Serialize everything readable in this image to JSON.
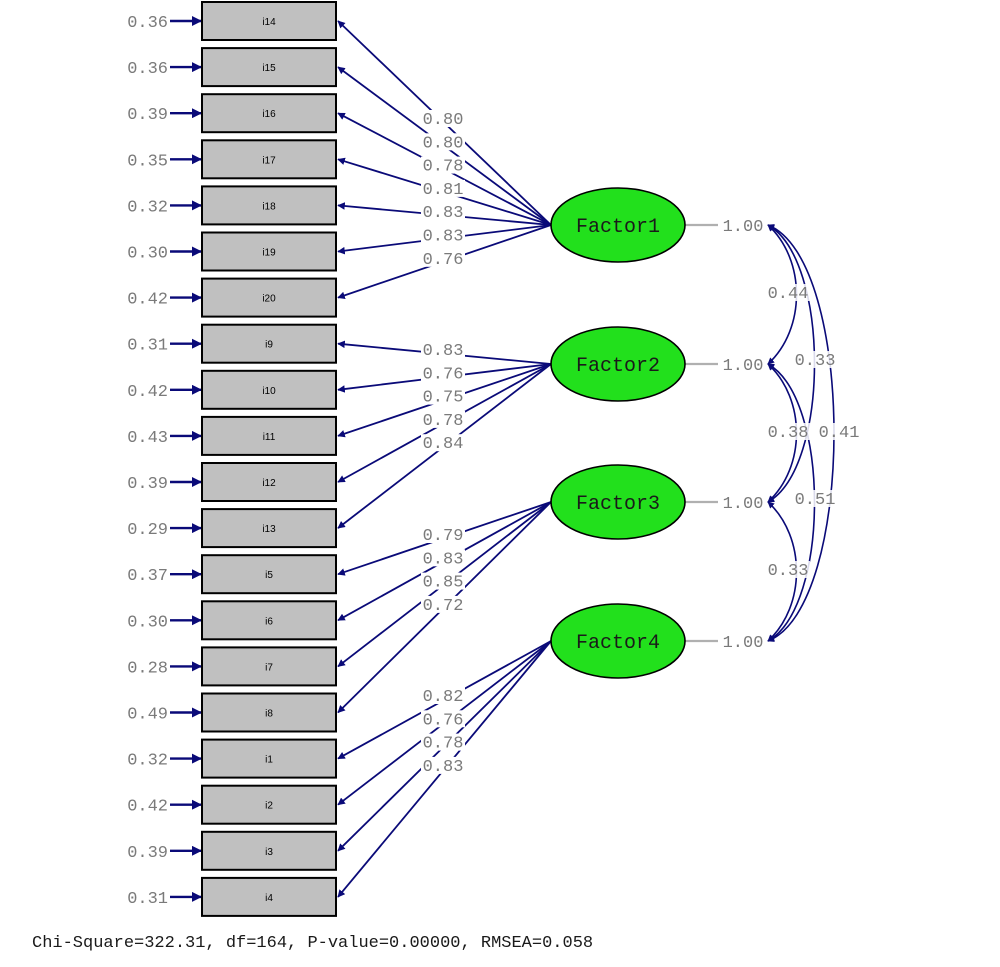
{
  "diagram": {
    "indicators": [
      {
        "id": "i14",
        "error": "0.36",
        "factor": 0,
        "loading": "0.80"
      },
      {
        "id": "i15",
        "error": "0.36",
        "factor": 0,
        "loading": "0.80"
      },
      {
        "id": "i16",
        "error": "0.39",
        "factor": 0,
        "loading": "0.78"
      },
      {
        "id": "i17",
        "error": "0.35",
        "factor": 0,
        "loading": "0.81"
      },
      {
        "id": "i18",
        "error": "0.32",
        "factor": 0,
        "loading": "0.83"
      },
      {
        "id": "i19",
        "error": "0.30",
        "factor": 0,
        "loading": "0.83"
      },
      {
        "id": "i20",
        "error": "0.42",
        "factor": 0,
        "loading": "0.76"
      },
      {
        "id": "i9",
        "error": "0.31",
        "factor": 1,
        "loading": "0.83"
      },
      {
        "id": "i10",
        "error": "0.42",
        "factor": 1,
        "loading": "0.76"
      },
      {
        "id": "i11",
        "error": "0.43",
        "factor": 1,
        "loading": "0.75"
      },
      {
        "id": "i12",
        "error": "0.39",
        "factor": 1,
        "loading": "0.78"
      },
      {
        "id": "i13",
        "error": "0.29",
        "factor": 1,
        "loading": "0.84"
      },
      {
        "id": "i5",
        "error": "0.37",
        "factor": 2,
        "loading": "0.79"
      },
      {
        "id": "i6",
        "error": "0.30",
        "factor": 2,
        "loading": "0.83"
      },
      {
        "id": "i7",
        "error": "0.28",
        "factor": 2,
        "loading": "0.85"
      },
      {
        "id": "i8",
        "error": "0.49",
        "factor": 2,
        "loading": "0.72"
      },
      {
        "id": "i1",
        "error": "0.32",
        "factor": 3,
        "loading": "0.82"
      },
      {
        "id": "i2",
        "error": "0.42",
        "factor": 3,
        "loading": "0.76"
      },
      {
        "id": "i3",
        "error": "0.39",
        "factor": 3,
        "loading": "0.78"
      },
      {
        "id": "i4",
        "error": "0.31",
        "factor": 3,
        "loading": "0.83"
      }
    ],
    "factors": [
      {
        "name": "Factor1",
        "variance": "1.00"
      },
      {
        "name": "Factor2",
        "variance": "1.00"
      },
      {
        "name": "Factor3",
        "variance": "1.00"
      },
      {
        "name": "Factor4",
        "variance": "1.00"
      }
    ],
    "correlations": [
      {
        "from": 0,
        "to": 1,
        "value": "0.44"
      },
      {
        "from": 0,
        "to": 2,
        "value": "0.33"
      },
      {
        "from": 0,
        "to": 3,
        "value": "0.41"
      },
      {
        "from": 1,
        "to": 2,
        "value": "0.38"
      },
      {
        "from": 1,
        "to": 3,
        "value": "0.51"
      },
      {
        "from": 2,
        "to": 3,
        "value": "0.33"
      }
    ],
    "fit_statistics": "Chi-Square=322.31, df=164, P-value=0.00000, RMSEA=0.058"
  },
  "colors": {
    "arrow": "#0a0a78",
    "factor_fill": "#22e01c",
    "box_fill": "#c0c0c0",
    "label_gray": "#7a7a7a",
    "variance_line": "#b0b0b0"
  }
}
